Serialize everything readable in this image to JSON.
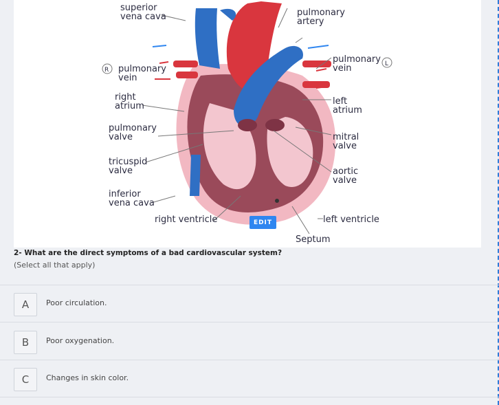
{
  "figure": {
    "labels": {
      "superior_vena_cava": [
        "superior",
        "vena cava"
      ],
      "pulmonary_artery": [
        "pulmonary",
        "artery"
      ],
      "pulmonary_vein_right": [
        "pulmonary",
        "vein"
      ],
      "pulmonary_vein_left": [
        "pulmonary",
        "vein"
      ],
      "right_atrium": [
        "right",
        "atrium"
      ],
      "left_atrium": [
        "left",
        "atrium"
      ],
      "pulmonary_valve": [
        "pulmonary",
        "valve"
      ],
      "mitral_valve": [
        "mitral",
        "valve"
      ],
      "tricuspid_valve": [
        "tricuspid",
        "valve"
      ],
      "aortic_valve": [
        "aortic",
        "valve"
      ],
      "inferior_vena_cava": [
        "inferior",
        "vena cava"
      ],
      "right_ventricle": "right ventricle",
      "left_ventricle": "left ventricle",
      "septum": "Septum",
      "badge_r": "R",
      "badge_l": "L"
    },
    "colors": {
      "oxygenated": "#d9363e",
      "deoxygenated": "#2f6fc4",
      "muscle": "#9a4a5a",
      "pericardium": "#f2b8c2"
    },
    "edit_label": "EDIT"
  },
  "question": {
    "title": "2- What are the direct symptoms of a bad cardiovascular system?",
    "hint": "(Select all that apply)",
    "options": [
      {
        "letter": "A",
        "text": "Poor circulation."
      },
      {
        "letter": "B",
        "text": "Poor oxygenation."
      },
      {
        "letter": "C",
        "text": "Changes in skin color."
      }
    ]
  }
}
